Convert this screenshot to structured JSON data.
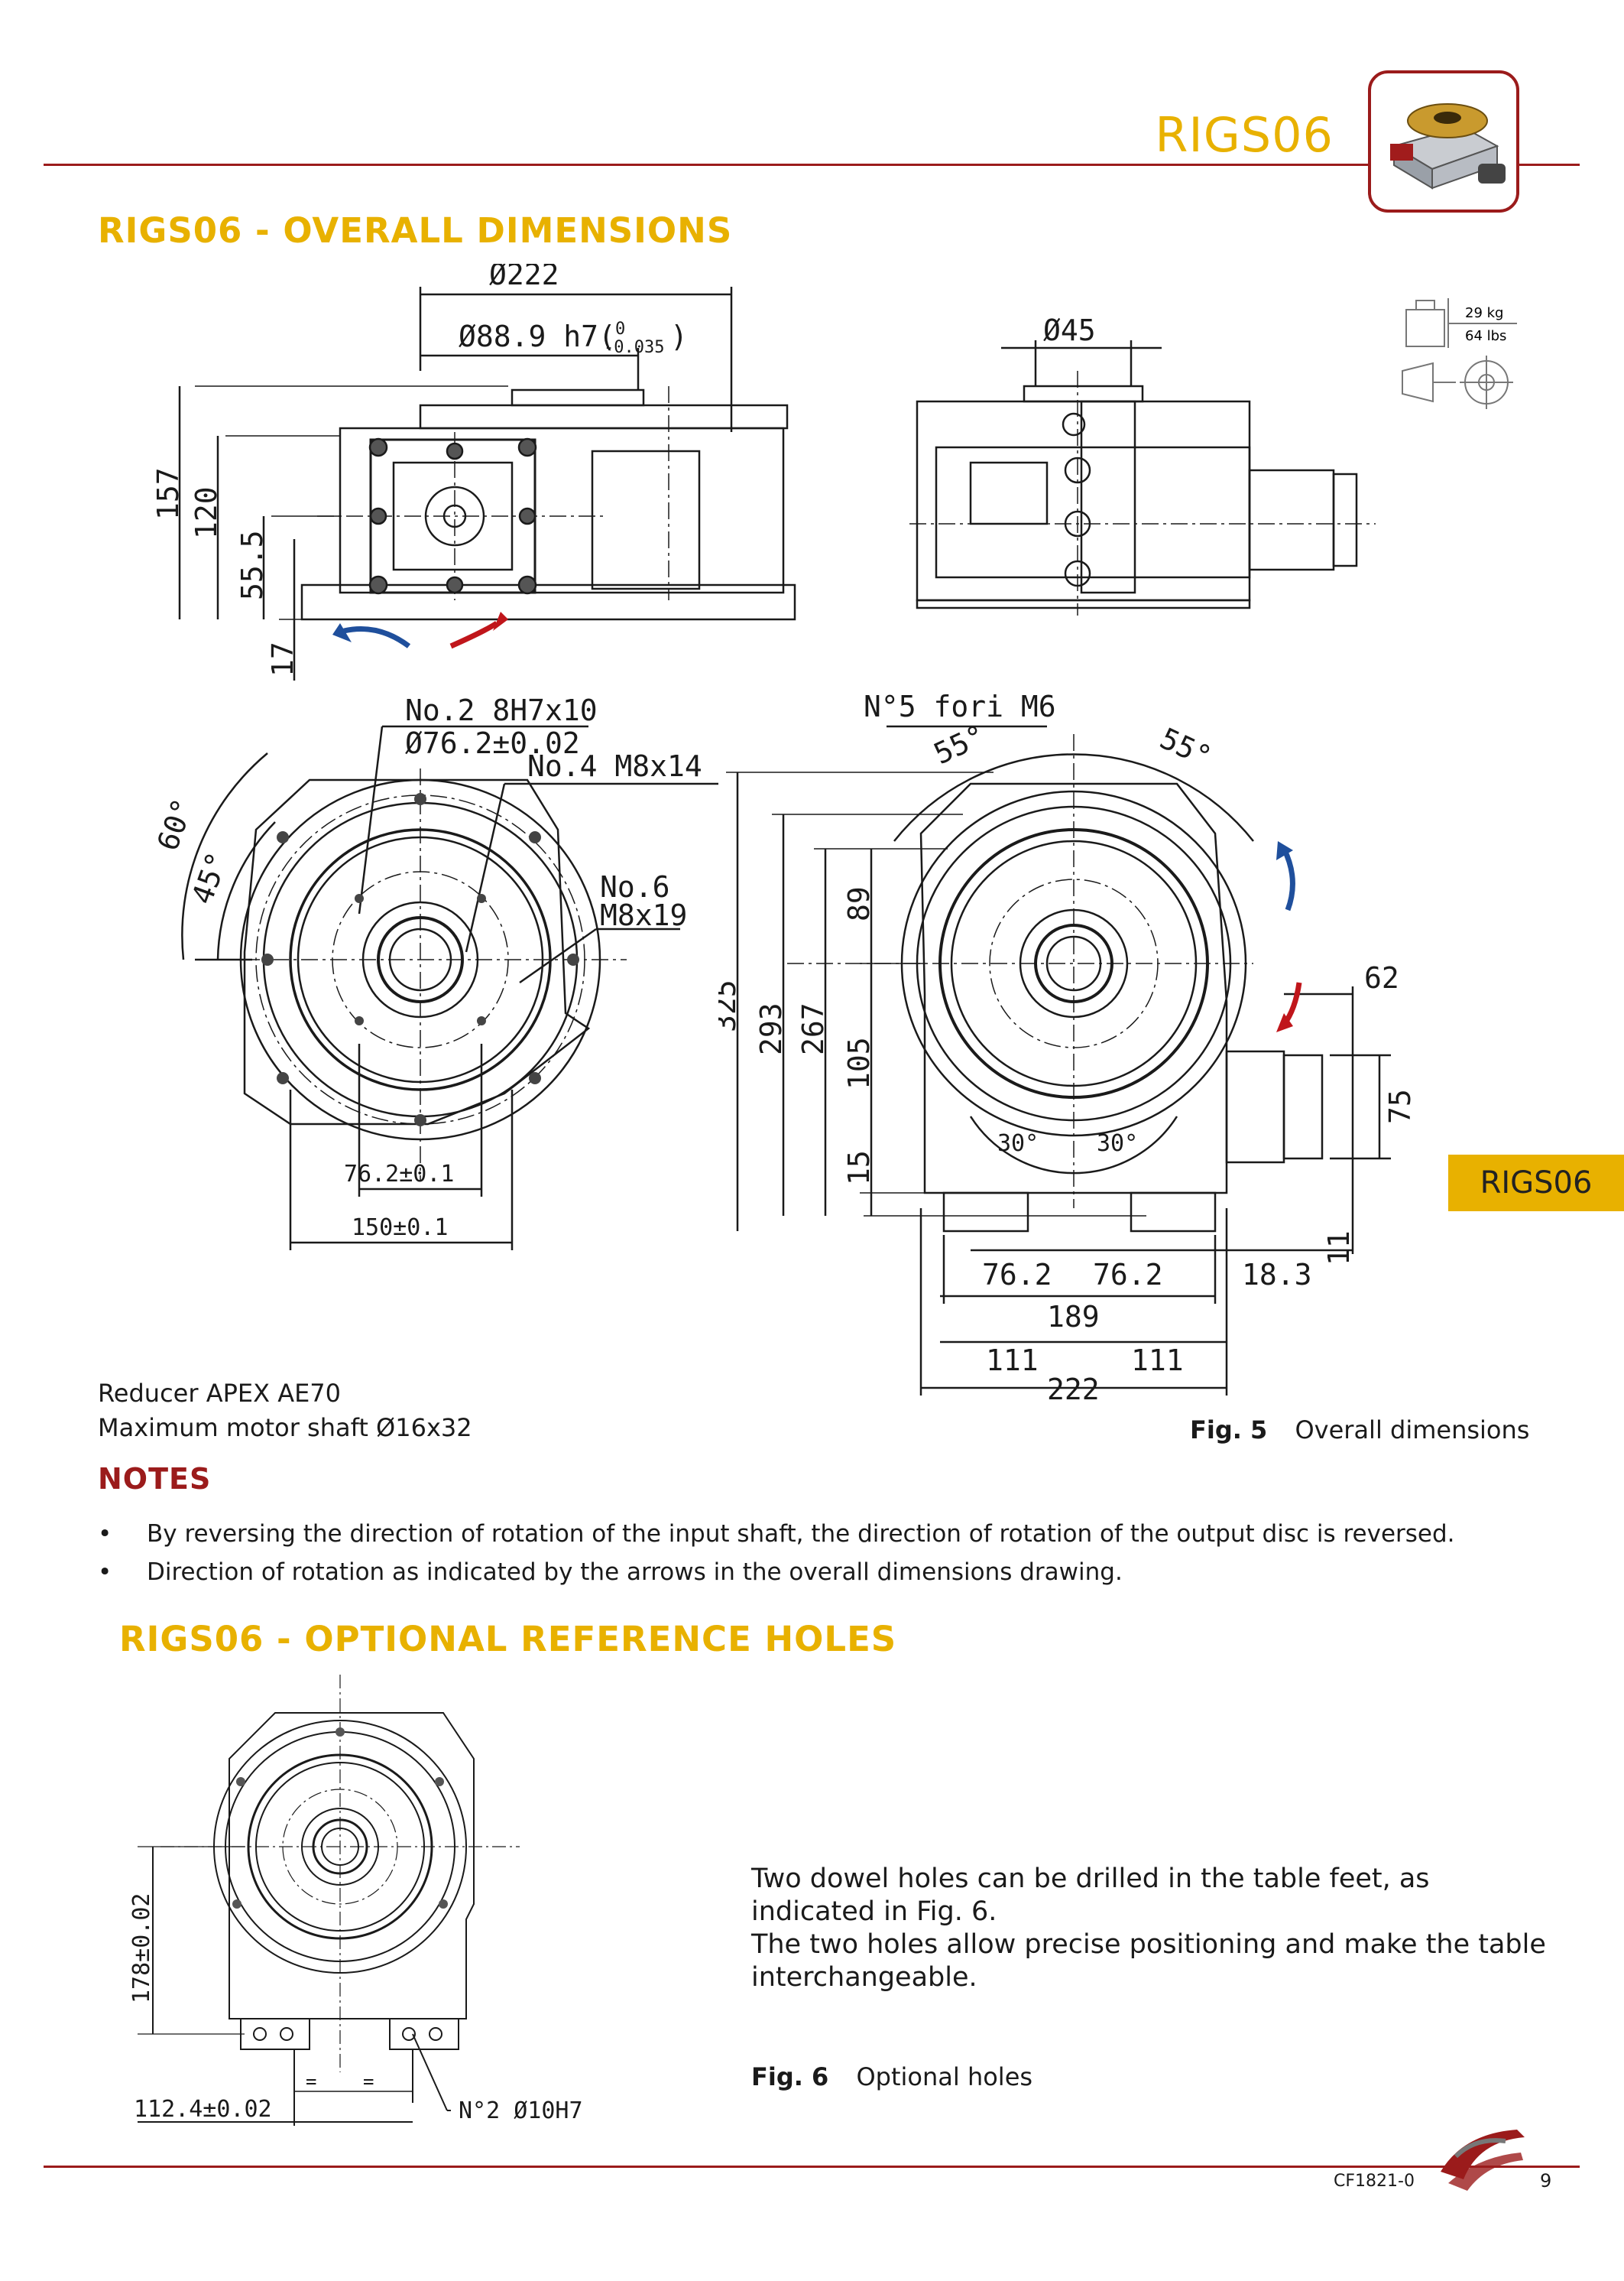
{
  "header": {
    "title": "RIGS06",
    "thumb_icon": "rotary-table-thumbnail"
  },
  "section1": {
    "title": "RIGS06 - OVERALL DIMENSIONS"
  },
  "weight": {
    "kg": "29 kg",
    "lbs": "64 lbs"
  },
  "dims_top": {
    "d222": "Ø222",
    "d889": "Ø88.9 h7(",
    "d889_tol_up": "0",
    "d889_tol_low": "-0.035",
    "d889_close": ")",
    "d45": "Ø45",
    "h157": "157",
    "h120": "120",
    "h555": "55.5",
    "h17": "17"
  },
  "dims_front": {
    "no2": "No.2  8H7x10",
    "d762": "Ø76.2±0.02",
    "no4": "No.4  M8x14",
    "no6a": "No.6",
    "no6b": "M8x19",
    "a60": "60°",
    "a45": "45°",
    "w762": "76.2±0.1",
    "w150": "150±0.1"
  },
  "dims_right": {
    "holes": "N°5 fori M6",
    "a55l": "55°",
    "a55r": "55°",
    "h325": "325",
    "h293": "293",
    "h267": "267",
    "h89": "89",
    "h105": "105",
    "h15": "15",
    "w62": "62",
    "h75": "75",
    "a30l": "30°",
    "a30r": "30°",
    "w762a": "76.2",
    "w762b": "76.2",
    "w183": "18.3",
    "h11": "11",
    "w189": "189",
    "w111a": "111",
    "w111b": "111",
    "w222": "222"
  },
  "reducer": {
    "line1": "Reducer APEX AE70",
    "line2": "Maximum motor shaft Ø16x32"
  },
  "fig5": {
    "label": "Fig. 5",
    "text": "Overall dimensions"
  },
  "notes": {
    "title": "NOTES",
    "items": [
      "By reversing the direction of rotation of the input shaft, the direction of rotation of the output disc is reversed.",
      "Direction of rotation as indicated by the arrows in the overall dimensions drawing."
    ]
  },
  "side_tab": "RIGS06",
  "section2": {
    "title": "RIGS06 - OPTIONAL REFERENCE HOLES"
  },
  "dims_opt": {
    "h178": "178±0.02",
    "w1124": "112.4±0.02",
    "holes": "N°2 Ø10H7",
    "eq1": "=",
    "eq2": "="
  },
  "paragraph": "Two dowel holes can be drilled in the table feet, as indicated in Fig. 6.\nThe two holes allow precise positioning and make the table interchangeable.",
  "fig6": {
    "label": "Fig. 6",
    "text": "Optional holes"
  },
  "footer": {
    "code": "CF1821-0",
    "page": "9",
    "logo_icon": "company-logo"
  },
  "colors": {
    "accent": "#e8b100",
    "brand_red": "#9b1b1b",
    "arrow_blue": "#1f4f9c",
    "arrow_red": "#c0161b"
  }
}
